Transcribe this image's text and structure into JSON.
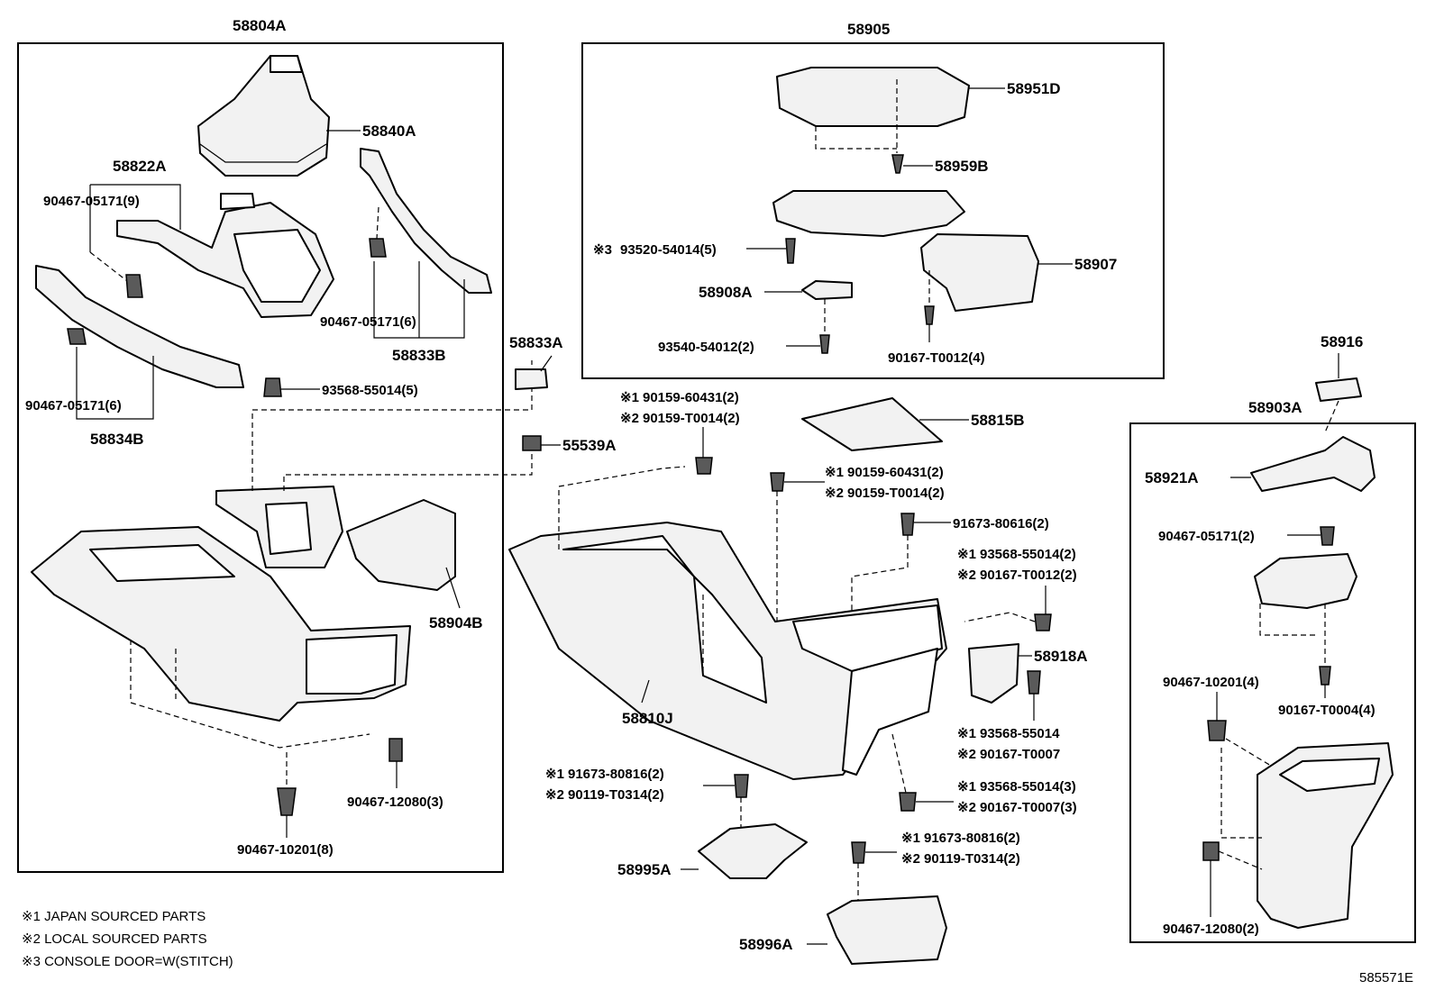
{
  "groups": {
    "g58804A": "58804A",
    "g58905": "58905",
    "g58903A": "58903A"
  },
  "labels": {
    "p58840A": "58840A",
    "p58822A": "58822A",
    "f90467_9": "90467-05171(9)",
    "f90467_6a": "90467-05171(6)",
    "p58833B": "58833B",
    "f93568_5": "93568-55014(5)",
    "f90467_6b": "90467-05171(6)",
    "p58834B": "58834B",
    "p58904B": "58904B",
    "f90467_12080_3": "90467-12080(3)",
    "f90467_10201_8": "90467-10201(8)",
    "p58833A": "58833A",
    "p55539A": "55539A",
    "p58951D": "58951D",
    "p58959B": "58959B",
    "f93520": "93520-54014(5)",
    "p58907": "58907",
    "p58908A": "58908A",
    "f93540": "93540-54012(2)",
    "f90167_T0012_4": "90167-T0012(4)",
    "s1_90159_a": "90159-60431(2)",
    "s2_90159_a": "90159-T0014(2)",
    "p58815B": "58815B",
    "s1_90159_b": "90159-60431(2)",
    "s2_90159_b": "90159-T0014(2)",
    "f91673_80616": "91673-80616(2)",
    "s1_93568_2": "93568-55014(2)",
    "s2_90167_T0012_2": "90167-T0012(2)",
    "p58918A": "58918A",
    "p58810J": "58810J",
    "s1_93568": "93568-55014",
    "s2_90167_T0007": "90167-T0007",
    "s1_93568_3": "93568-55014(3)",
    "s2_90167_T0007_3": "90167-T0007(3)",
    "s1_91673_a": "91673-80816(2)",
    "s2_90119_a": "90119-T0314(2)",
    "p58995A": "58995A",
    "s1_91673_b": "91673-80816(2)",
    "s2_90119_b": "90119-T0314(2)",
    "p58996A": "58996A",
    "p58916": "58916",
    "p58921A": "58921A",
    "f90467_05171_2": "90467-05171(2)",
    "f90467_10201_4": "90467-10201(4)",
    "f90167_T0004_4": "90167-T0004(4)",
    "f90467_12080_2": "90467-12080(2)"
  },
  "marks": {
    "m1": "※1",
    "m2": "※2",
    "m3": "※3"
  },
  "notes": {
    "n1": "※1 JAPAN SOURCED PARTS",
    "n2": "※2 LOCAL SOURCED PARTS",
    "n3": "※3 CONSOLE DOOR=W(STITCH)"
  },
  "figure_id": "585571E"
}
